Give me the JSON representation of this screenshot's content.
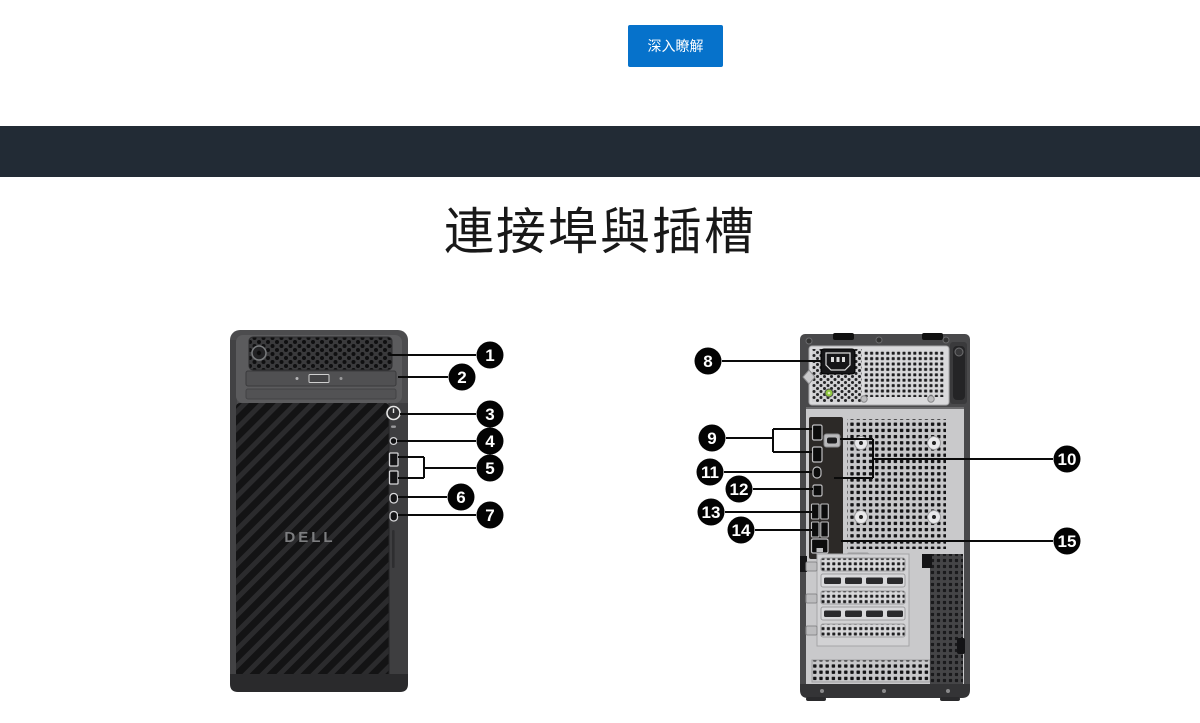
{
  "hero": {
    "learn_more_label": "深入瞭解"
  },
  "section": {
    "title": "連接埠與插槽"
  },
  "colors": {
    "accent_blue": "#0672CB",
    "band_dark": "#222B35",
    "callout_black": "#030303"
  },
  "diagram": {
    "front": {
      "label": "front-view",
      "brand_logo": "DELL",
      "callouts": [
        {
          "num": "1"
        },
        {
          "num": "2"
        },
        {
          "num": "3"
        },
        {
          "num": "4"
        },
        {
          "num": "5"
        },
        {
          "num": "6"
        },
        {
          "num": "7"
        }
      ]
    },
    "rear": {
      "label": "rear-view",
      "callouts": [
        {
          "num": "8"
        },
        {
          "num": "9"
        },
        {
          "num": "10"
        },
        {
          "num": "11"
        },
        {
          "num": "12"
        },
        {
          "num": "13"
        },
        {
          "num": "14"
        },
        {
          "num": "15"
        }
      ]
    }
  }
}
